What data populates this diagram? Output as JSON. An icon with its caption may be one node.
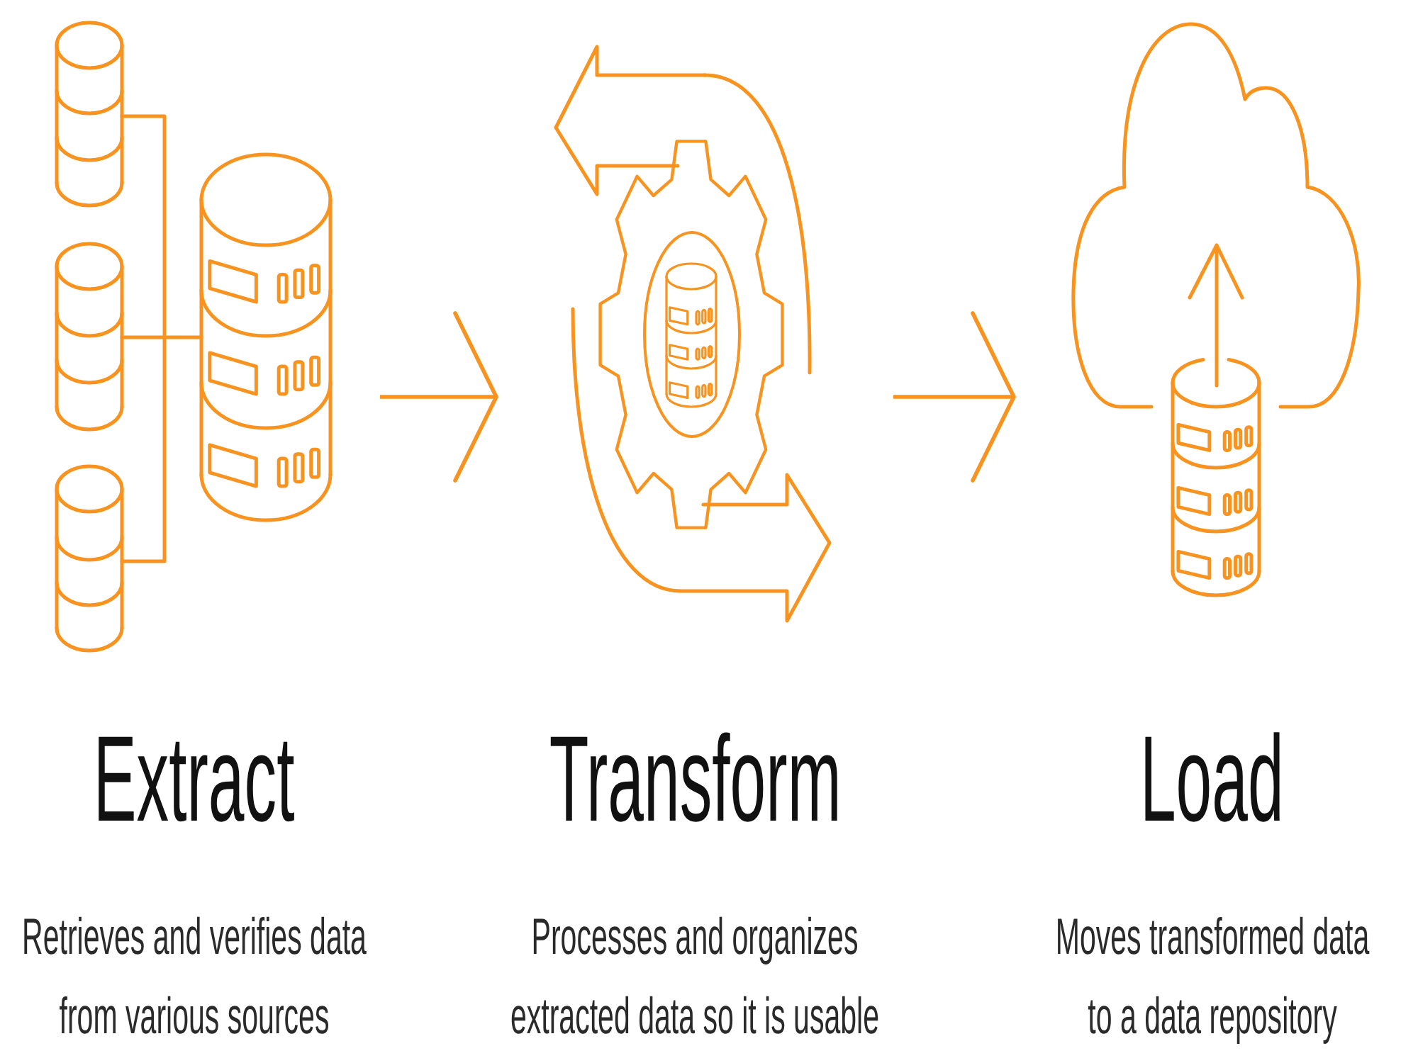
{
  "diagram": {
    "nodes": [
      {
        "text": [
          "Extract",
          "Retrieves and verifies data from various sources"
        ]
      },
      {
        "text": [
          "Transform",
          "Processes and organizes extracted data so it is usable"
        ]
      },
      {
        "text": [
          "Load",
          "Moves transformed data to a data repository"
        ]
      }
    ],
    "edges": [
      {
        "from": 0,
        "to": 1,
        "arrow": "to"
      },
      {
        "from": 1,
        "to": 2,
        "arrow": "to"
      }
    ]
  }
}
